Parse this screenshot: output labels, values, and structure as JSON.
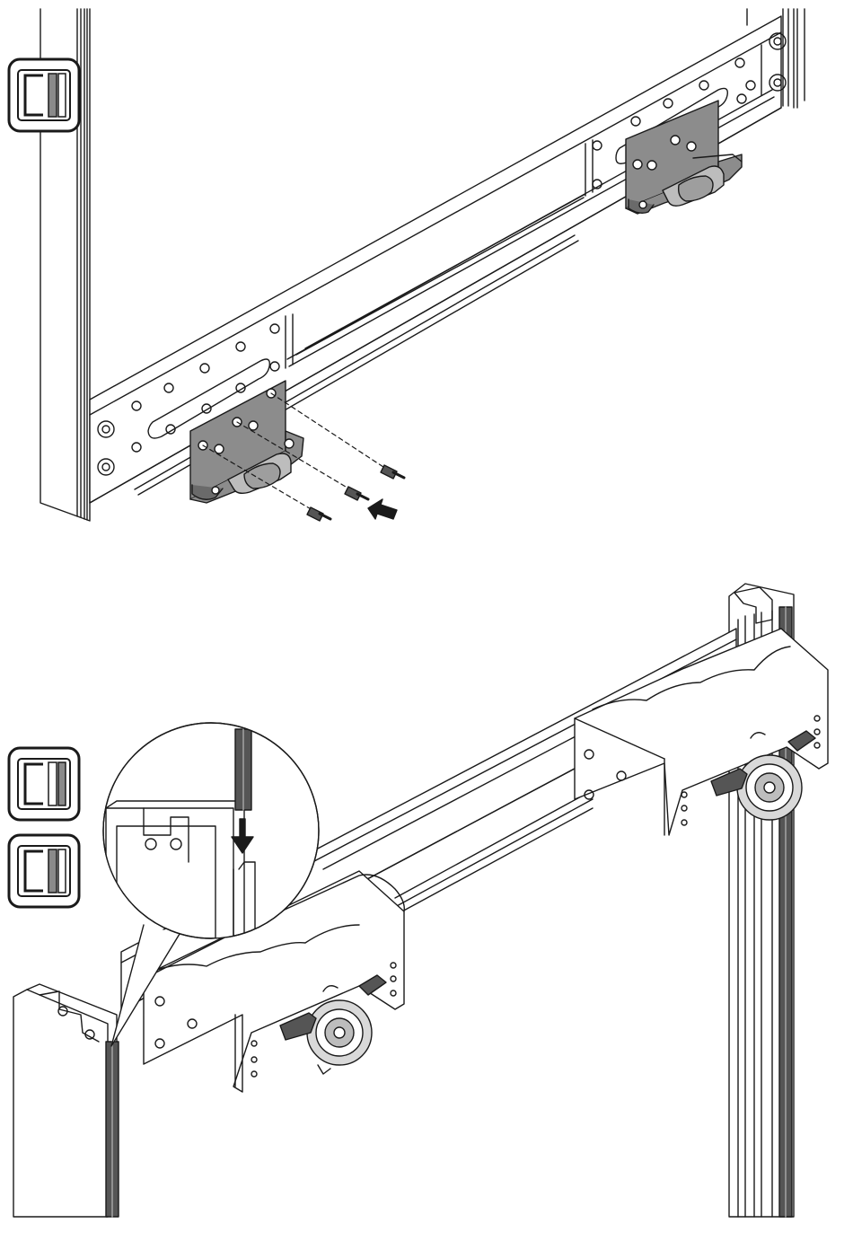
{
  "figure": {
    "colors": {
      "line": "#1a1a1a",
      "bracket_fill": "#8c8c8c",
      "bracket_dark": "#6a6a6a",
      "panel_fill": "#ffffff",
      "seal_fill": "#555555",
      "icon_gray": "#8a8a8a",
      "roller_fill": "#d9d9d9"
    },
    "icons": [
      {
        "name": "door-profile-icon",
        "symbol": "profile-with-seal"
      },
      {
        "name": "door-profile-icon",
        "symbol": "profile-with-seal"
      },
      {
        "name": "door-profile-icon",
        "symbol": "profile-with-seal"
      }
    ],
    "steps": [
      {
        "name": "step-fit-roller-brackets",
        "shows": [
          "roller-bracket",
          "screws",
          "push-arrow"
        ]
      },
      {
        "name": "step-insert-seal",
        "shows": [
          "top-rail",
          "roller-carriages",
          "seal-strip",
          "down-arrow"
        ]
      }
    ]
  }
}
